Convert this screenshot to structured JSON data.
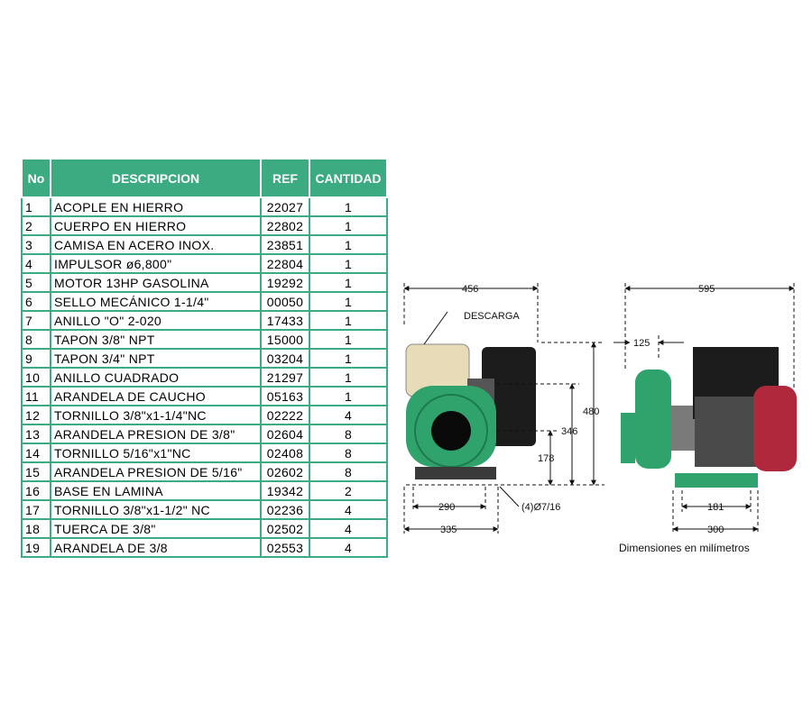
{
  "table": {
    "headers": {
      "no": "No",
      "desc": "DESCRIPCION",
      "ref": "REF",
      "qty": "CANTIDAD"
    },
    "rows": [
      {
        "no": "1",
        "desc": "ACOPLE EN HIERRO",
        "ref": "22027",
        "qty": "1"
      },
      {
        "no": "2",
        "desc": "CUERPO EN HIERRO",
        "ref": "22802",
        "qty": "1"
      },
      {
        "no": "3",
        "desc": "CAMISA EN ACERO INOX.",
        "ref": "23851",
        "qty": "1"
      },
      {
        "no": "4",
        "desc": "IMPULSOR ø6,800\"",
        "ref": "22804",
        "qty": "1"
      },
      {
        "no": "5",
        "desc": "MOTOR 13HP GASOLINA",
        "ref": "19292",
        "qty": "1"
      },
      {
        "no": "6",
        "desc": "SELLO MECÁNICO 1-1/4\"",
        "ref": "00050",
        "qty": "1"
      },
      {
        "no": "7",
        "desc": "ANILLO \"O\" 2-020",
        "ref": "17433",
        "qty": "1"
      },
      {
        "no": "8",
        "desc": "TAPON 3/8\" NPT",
        "ref": "15000",
        "qty": "1"
      },
      {
        "no": "9",
        "desc": "TAPON 3/4\" NPT",
        "ref": "03204",
        "qty": "1"
      },
      {
        "no": "10",
        "desc": "ANILLO CUADRADO",
        "ref": "21297",
        "qty": "1"
      },
      {
        "no": "11",
        "desc": "ARANDELA DE CAUCHO",
        "ref": "05163",
        "qty": "1"
      },
      {
        "no": "12",
        "desc": "TORNILLO 3/8\"x1-1/4\"NC",
        "ref": "02222",
        "qty": "4"
      },
      {
        "no": "13",
        "desc": "ARANDELA PRESION DE 3/8\"",
        "ref": "02604",
        "qty": "8"
      },
      {
        "no": "14",
        "desc": "TORNILLO 5/16\"x1\"NC",
        "ref": "02408",
        "qty": "8"
      },
      {
        "no": "15",
        "desc": "ARANDELA PRESION DE 5/16\"",
        "ref": "02602",
        "qty": "8"
      },
      {
        "no": "16",
        "desc": "BASE EN LAMINA",
        "ref": "19342",
        "qty": "2"
      },
      {
        "no": "17",
        "desc": "TORNILLO 3/8\"x1-1/2\" NC",
        "ref": "02236",
        "qty": "4"
      },
      {
        "no": "18",
        "desc": "TUERCA DE 3/8\"",
        "ref": "02502",
        "qty": "4"
      },
      {
        "no": "19",
        "desc": "ARANDELA DE 3/8",
        "ref": "02553",
        "qty": "4"
      }
    ]
  },
  "drawing": {
    "front": {
      "width": "456",
      "descarga": "DESCARGA",
      "height_total": "480",
      "height_inlet": "346",
      "height_axis": "178",
      "base_inner": "290",
      "base_outer": "335",
      "holes": "(4)Ø7/16"
    },
    "side": {
      "width": "595",
      "offset": "125",
      "base_inner": "181",
      "base_outer": "300"
    },
    "caption": "Dimensiones en milímetros"
  },
  "colors": {
    "accent": "#3dab82",
    "pump_green": "#2fa36b",
    "engine_black": "#1c1c1c",
    "engine_red": "#b0283c",
    "tank": "#e8dcb8"
  }
}
